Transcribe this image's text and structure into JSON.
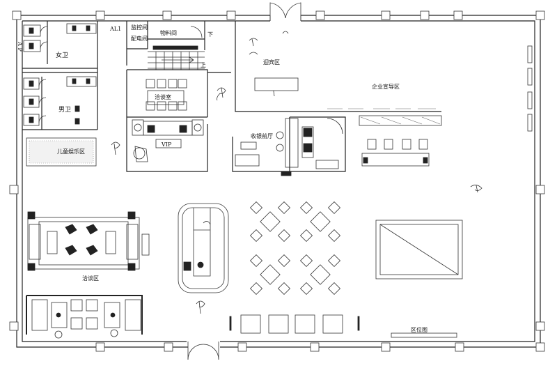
{
  "labels": {
    "al1": "AL1",
    "monitor": "监控间",
    "power": "配电间",
    "storage": "物料间",
    "down": "下",
    "up": "上",
    "reception": "迎宾区",
    "female_wc": "女卫",
    "male_wc": "男卫",
    "negotiation": "洽谈室",
    "vip": "VIP",
    "cashier": "收银前厅",
    "corporate": "企业宣导区",
    "kids": "儿童娱乐区",
    "talk": "洽谈区",
    "location_map": "区位图",
    "side_mark": "A P"
  }
}
